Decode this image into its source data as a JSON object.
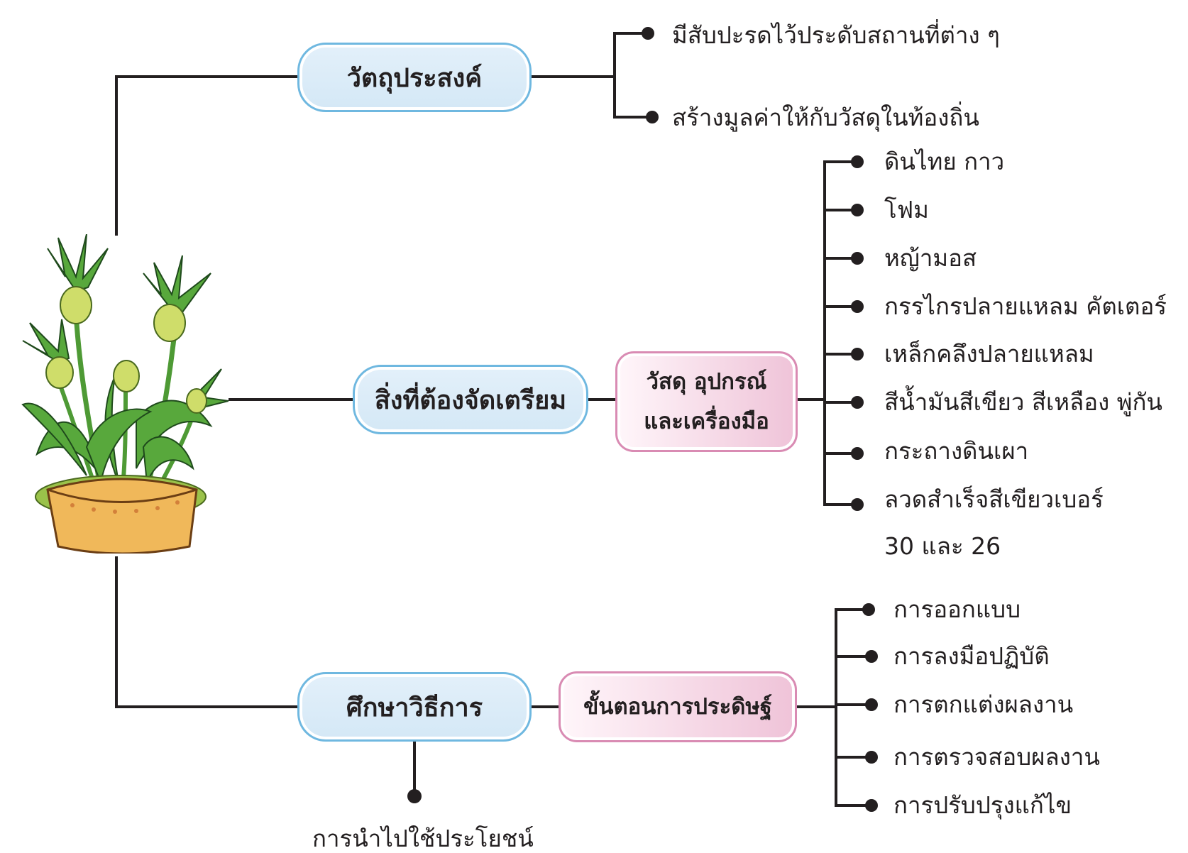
{
  "center_image": "potted-plant-with-green-flower-buds-illustration",
  "colors": {
    "line": "#231f20",
    "blue_fill": "#dcecf8",
    "blue_border": "#6fb8e0",
    "pink_fill": "#f6dbe8",
    "pink_border": "#d98bb3"
  },
  "branches": {
    "objective": {
      "label": "วัตถุประสงค์",
      "items": [
        "มีสับปะรดไว้ประดับสถานที่ต่าง ๆ",
        "สร้างมูลค่าให้กับวัสดุในท้องถิ่น"
      ]
    },
    "preparation": {
      "label": "สิ่งที่ต้องจัดเตรียม",
      "sub": {
        "line1": "วัสดุ อุปกรณ์",
        "line2": "และเครื่องมือ",
        "items": [
          "ดินไทย กาว",
          "โฟม",
          "หญ้ามอส",
          "กรรไกรปลายแหลม คัตเตอร์",
          "เหล็กคลึงปลายแหลม",
          "สีน้ำมันสีเขียว สีเหลือง พู่กัน",
          "กระถางดินเผา",
          "ลวดสำเร็จสีเขียวเบอร์"
        ],
        "items_continued": "30 และ 26"
      }
    },
    "method": {
      "label": "ศึกษาวิธีการ",
      "sub": {
        "label": "ขั้นตอนการประดิษฐ์",
        "items": [
          "การออกแบบ",
          "การลงมือปฏิบัติ",
          "การตกแต่งผลงาน",
          "การตรวจสอบผลงาน",
          "การปรับปรุงแก้ไข"
        ]
      },
      "usage": "การนำไปใช้ประโยชน์"
    }
  }
}
